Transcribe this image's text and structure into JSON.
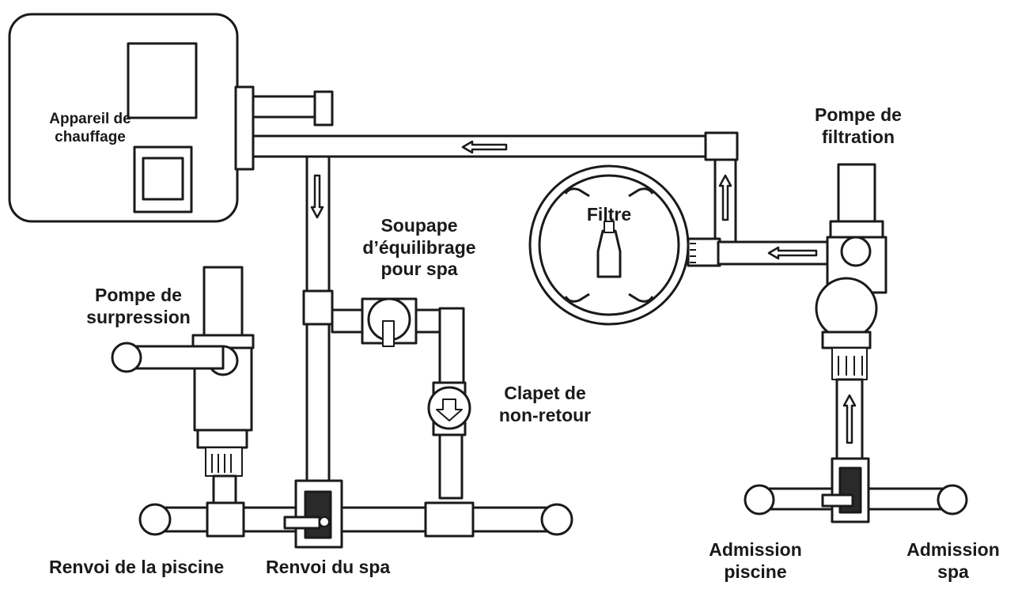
{
  "labels": {
    "heater": [
      "Appareil de",
      "chauffage"
    ],
    "filtration_pump": [
      "Pompe de",
      "filtration"
    ],
    "filter": "Filtre",
    "spa_valve": [
      "Soupape",
      "d’équilibrage",
      "pour spa"
    ],
    "booster_pump": [
      "Pompe de",
      "surpression"
    ],
    "check_valve": [
      "Clapet de",
      "non-retour"
    ],
    "pool_return": "Renvoi de la piscine",
    "spa_return": "Renvoi du spa",
    "pool_intake": [
      "Admission",
      "piscine"
    ],
    "spa_intake": [
      "Admission",
      "spa"
    ]
  },
  "colors": {
    "line": "#1a1a1a",
    "fill": "#ffffff",
    "dark": "#2a2a2a"
  }
}
